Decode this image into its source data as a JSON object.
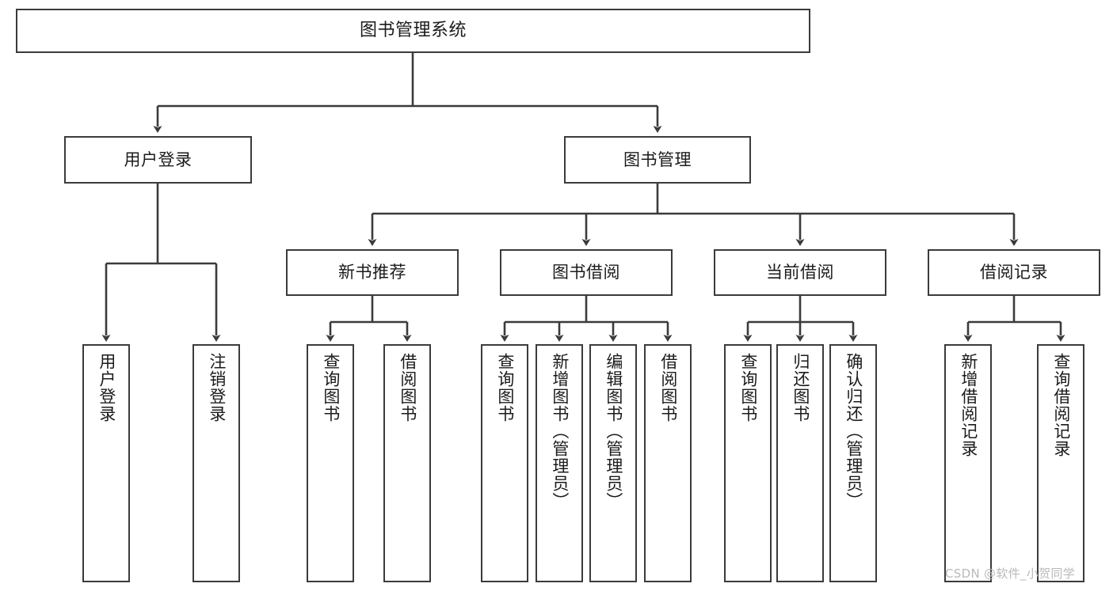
{
  "diagram": {
    "type": "hierarchy-tree",
    "title": "图书管理系统",
    "watermark": "CSDN @软件_小贺同学",
    "colors": {
      "background": "#ffffff",
      "box_border": "#3b3b3b",
      "box_fill": "#ffffff",
      "connector": "#3b3b3b",
      "text": "#1b1b1b",
      "watermark": "#b9b9b9"
    },
    "levels": {
      "root": [
        "图书管理系统"
      ],
      "level2": [
        "用户登录",
        "图书管理"
      ],
      "level3": [
        "新书推荐",
        "图书借阅",
        "当前借阅",
        "借阅记录"
      ],
      "level4": [
        "用户登录",
        "注销登录",
        "查询图书",
        "借阅图书",
        "查询图书",
        "新增图书（管理员）",
        "编辑图书（管理员）",
        "借阅图书",
        "查询图书",
        "归还图书",
        "确认归还（管理员）",
        "新增借阅记录",
        "查询借阅记录"
      ]
    },
    "nodes": {
      "root": {
        "label": "图书管理系统"
      },
      "user_login": {
        "label": "用户登录"
      },
      "book_manage": {
        "label": "图书管理"
      },
      "new_book_rec": {
        "label": "新书推荐"
      },
      "book_borrow": {
        "label": "图书借阅"
      },
      "current_borrow": {
        "label": "当前借阅"
      },
      "borrow_record": {
        "label": "借阅记录"
      },
      "leaf_user_login": {
        "label": "用户登录"
      },
      "leaf_logout": {
        "label": "注销登录"
      },
      "leaf_query_book_1": {
        "label": "查询图书"
      },
      "leaf_borrow_book_1": {
        "label": "借阅图书"
      },
      "leaf_query_book_2": {
        "label": "查询图书"
      },
      "leaf_add_book": {
        "label": "新增图书（管理员）"
      },
      "leaf_edit_book": {
        "label": "编辑图书（管理员）"
      },
      "leaf_borrow_book_2": {
        "label": "借阅图书"
      },
      "leaf_query_book_3": {
        "label": "查询图书"
      },
      "leaf_return_book": {
        "label": "归还图书"
      },
      "leaf_confirm_return": {
        "label": "确认归还（管理员）"
      },
      "leaf_add_record": {
        "label": "新增借阅记录"
      },
      "leaf_query_record": {
        "label": "查询借阅记录"
      }
    }
  }
}
